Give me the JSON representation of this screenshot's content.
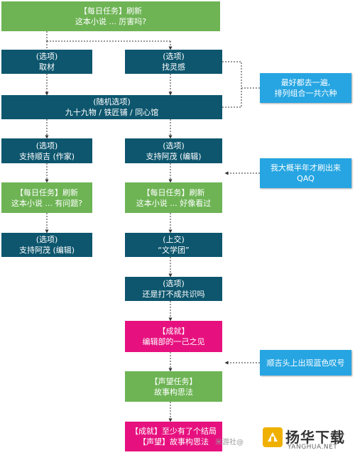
{
  "nodes": {
    "daily1": {
      "line1": "【每日任务】刷新",
      "line2": "这本小说 ... 厉害吗?"
    },
    "opt_a": {
      "line1": "(选项)",
      "line2": "取材"
    },
    "opt_b": {
      "line1": "(选项)",
      "line2": "找灵感"
    },
    "random": {
      "line1": "(随机选项)",
      "line2": "九十九物 / 铁匠铺 / 同心馆"
    },
    "opt_c": {
      "line1": "(选项)",
      "line2": "支持顺吉 (作家)"
    },
    "opt_d": {
      "line1": "(选项)",
      "line2": "支持阿茂 (编辑)"
    },
    "daily2": {
      "line1": "【每日任务】刷新",
      "line2": "这本小说 ... 有问题?"
    },
    "daily3": {
      "line1": "【每日任务】刷新",
      "line2": "这本小说 ... 好像看过"
    },
    "opt_e": {
      "line1": "(选项)",
      "line2": "支持阿茂 (编辑)"
    },
    "submit": {
      "line1": "(上交)",
      "line2": "“文学团”"
    },
    "opt_f": {
      "line1": "(选项)",
      "line2": "还是打不成共识吗"
    },
    "achv1": {
      "line1": "【成就】",
      "line2": "编辑部的一己之见"
    },
    "rep_task": {
      "line1": "【声望任务】",
      "line2": "故事构思法"
    },
    "final": {
      "line1": "【成就】至少有了个结局",
      "line2": "【声望】故事构思法"
    }
  },
  "notes": {
    "note1": {
      "line1": "最好都去一遍,",
      "line2": "排列组合一共六种"
    },
    "note2": {
      "line1": "我大概半年才刷出来",
      "line2": "QAQ"
    },
    "note3": {
      "line1": "顺吉头上出现蓝色叹号"
    }
  },
  "watermark": {
    "text": "米游社@",
    "logo_name": "扬华下载",
    "logo_domain": "YANGHUA.NET"
  },
  "colors": {
    "task": "#6eb455",
    "option": "#0d566e",
    "achievement": "#e6117f",
    "note": "#26a5e2",
    "connector": "#333333"
  },
  "icons": [
    "arrow-down-icon",
    "arrow-left-icon",
    "logo-icon"
  ]
}
